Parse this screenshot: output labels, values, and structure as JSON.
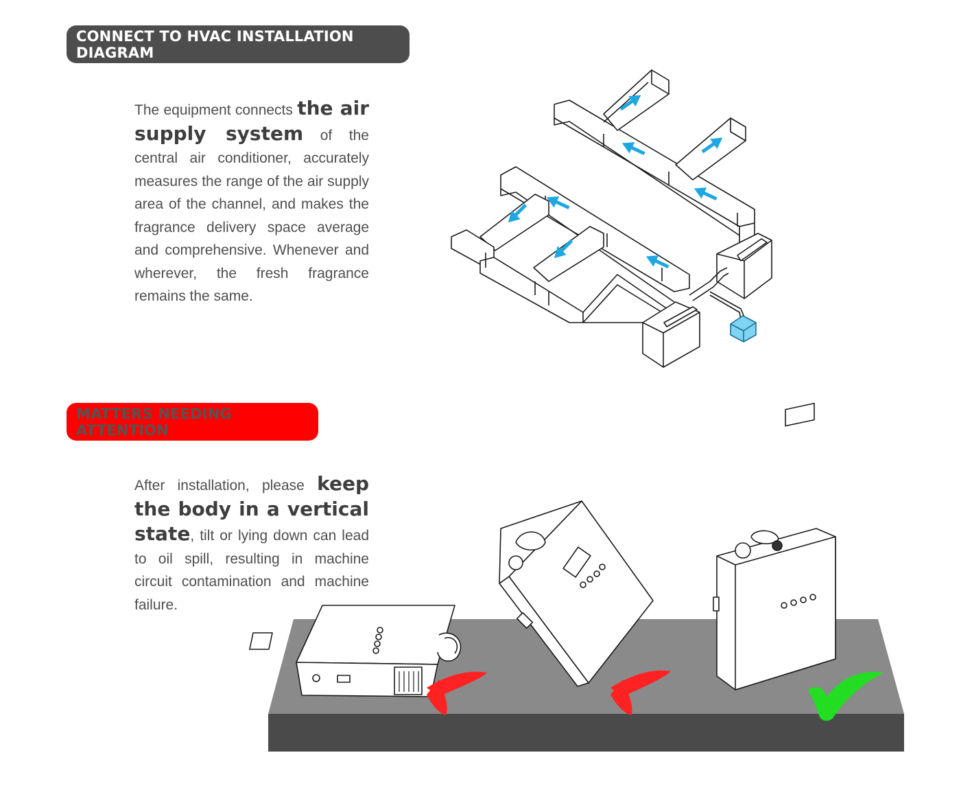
{
  "section1": {
    "title": "CONNECT TO HVAC INSTALLATION DIAGRAM",
    "para_before": "The equipment connects ",
    "para_bold": "the air supply system",
    "para_after": " of the central air conditioner, accurately measures the range of the air supply area of the channel, and makes the fragrance delivery space average and comprehensive. Whenever and wherever, the fresh fragrance remains the same."
  },
  "section2": {
    "title": "MATTERS NEEDING ATTENTION",
    "para_before": "After installation, please ",
    "para_bold": "keep the body in a vertical state",
    "para_after": ", tilt or lying down can lead to oil spill, resulting in machine circuit contamination and machine failure."
  },
  "icons": {
    "airflow": "arrow-icon",
    "wrong": "cross-mark-icon",
    "right": "check-mark-icon"
  },
  "colors": {
    "section1_bg": "#4d4d4d",
    "section2_bg": "#ff0000",
    "arrow": "#1ea7e1",
    "cross": "#ff2222",
    "check": "#22dd22",
    "platform_top": "#8a8a8a",
    "platform_front": "#4a4a4a"
  }
}
